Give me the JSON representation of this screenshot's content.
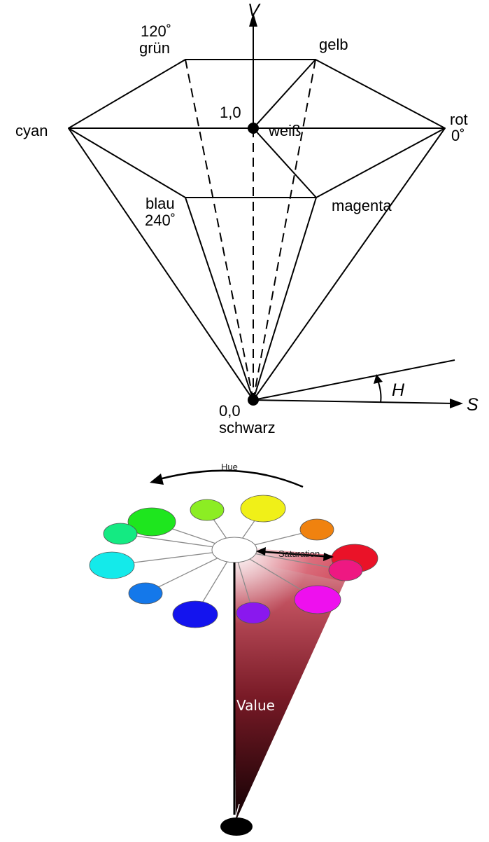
{
  "hexcone": {
    "axis_v": "V",
    "axis_h": "H",
    "axis_s": "S",
    "green_angle": "120˚",
    "green": "grün",
    "yellow": "gelb",
    "cyan": "cyan",
    "one": "1,0",
    "white": "weiß",
    "red": "rot",
    "red_angle": "0˚",
    "blue": "blau",
    "blue_angle": "240˚",
    "magenta": "magenta",
    "zero": "0,0",
    "black": "schwarz"
  },
  "colorwheel": {
    "hue": "Hue",
    "saturation": "Saturation",
    "value": "Value",
    "colors": {
      "green": "#1ee61e",
      "yellow_green": "#8ced23",
      "yellow": "#f0f018",
      "orange": "#f0820f",
      "red": "#ea1228",
      "rose": "#ee1882",
      "magenta": "#ee10ee",
      "violet": "#8a18ee",
      "blue": "#1414ee",
      "azure": "#1478ea",
      "cyan": "#14eaea",
      "spring_green": "#14ea82"
    }
  }
}
